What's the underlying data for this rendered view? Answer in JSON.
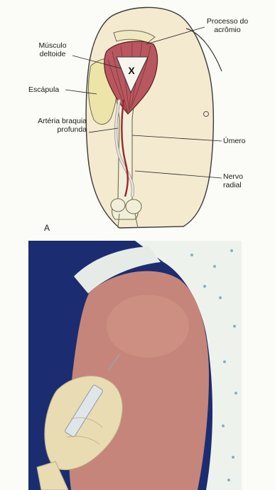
{
  "labels": {
    "acromion": "Processo do acrômio",
    "deltoid": "Músculo deltoide",
    "scapula": "Escápula",
    "artery": "Artéria braquia profunda",
    "humerus": "Úmero",
    "nerve": "Nervo radial",
    "site_mark": "X",
    "panel_a": "A"
  },
  "colors": {
    "skin": "#f4ead0",
    "muscle": "#b8575f",
    "bone": "#f1efd9",
    "artery": "#a3242e",
    "nerve": "#d9d9d4",
    "photo_bg": "#1b2d70",
    "arm_skin": "#c6857a",
    "glove": "#e9dcb3"
  }
}
